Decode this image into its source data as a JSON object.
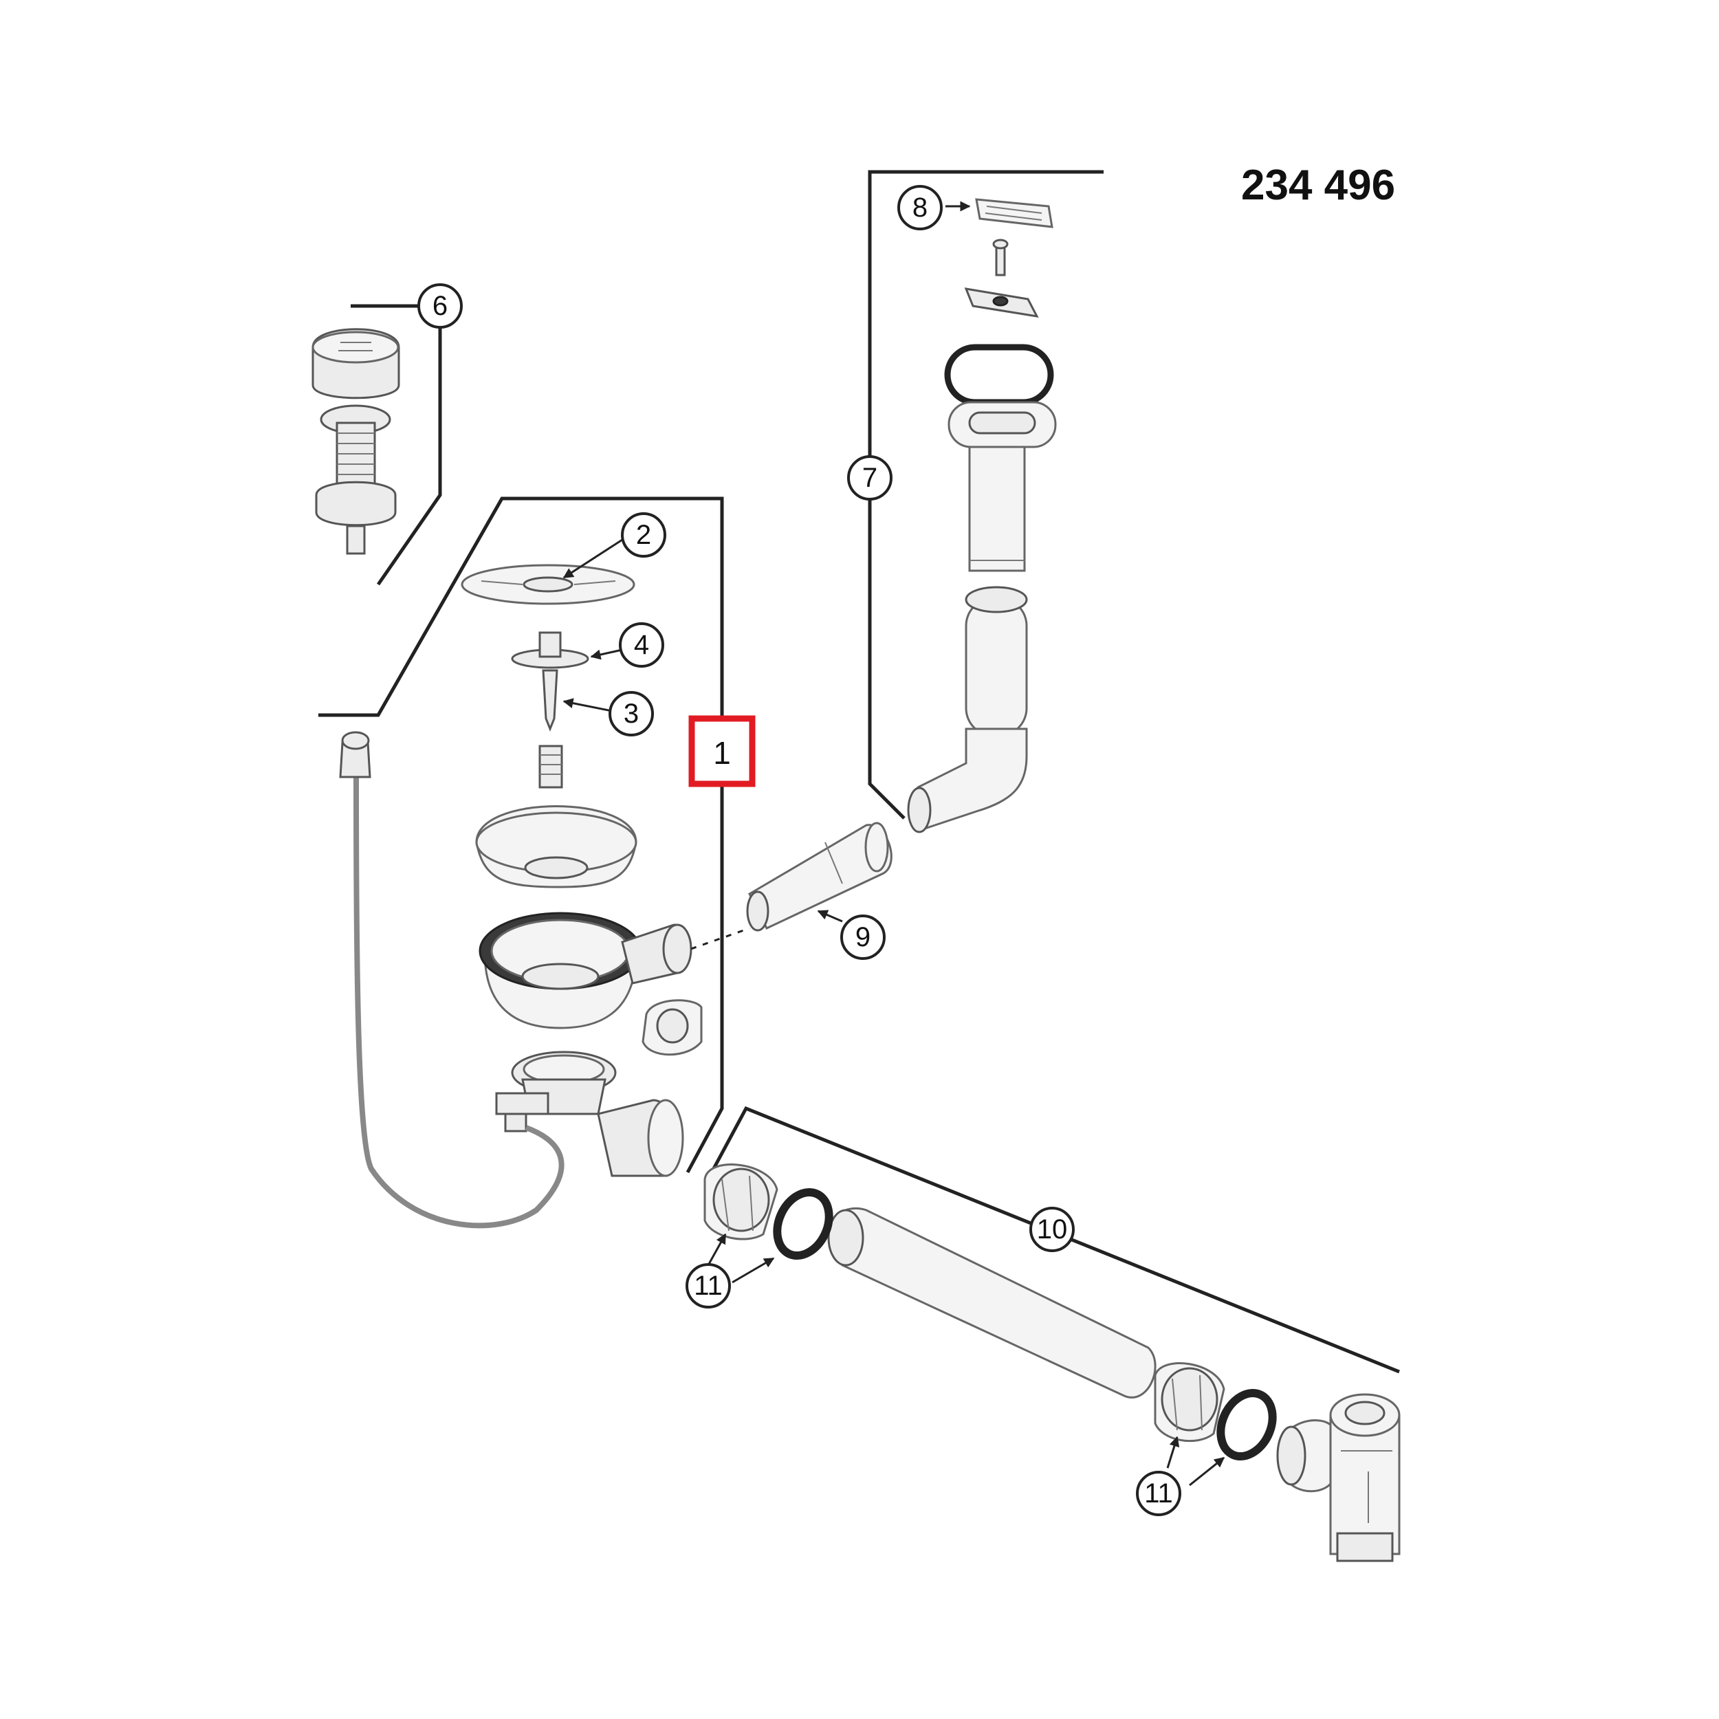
{
  "title": "234 496",
  "callouts": {
    "c1": "1",
    "c2": "2",
    "c3": "3",
    "c4": "4",
    "c6": "6",
    "c7": "7",
    "c8": "8",
    "c9": "9",
    "c10": "10",
    "c11a": "11",
    "c11b": "11"
  },
  "colors": {
    "highlight": "#e21b23",
    "line": "#222222"
  }
}
